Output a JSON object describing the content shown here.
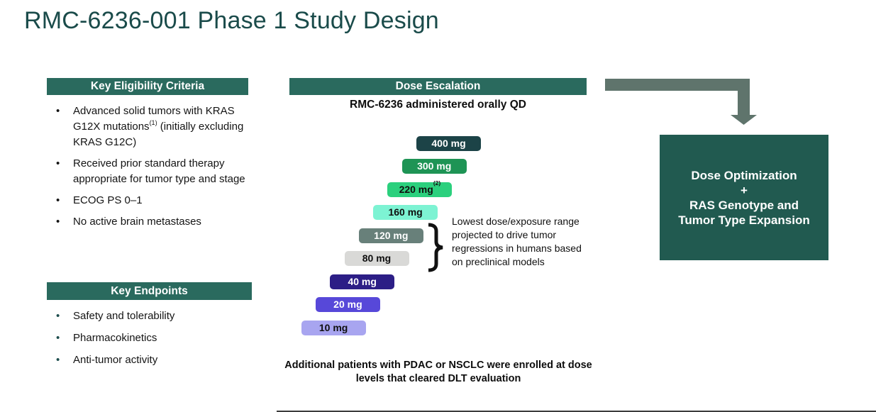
{
  "title": "RMC-6236-001 Phase 1 Study Design",
  "eligibility": {
    "header": "Key Eligibility Criteria",
    "items": [
      {
        "before": "Advanced solid tumors with KRAS G12X mutations",
        "sup": "(1)",
        "after": " (initially excluding KRAS G12C)"
      },
      {
        "text": "Received prior standard therapy appropriate for tumor type and stage"
      },
      {
        "text": "ECOG PS 0–1"
      },
      {
        "text": "No active brain metastases"
      }
    ]
  },
  "endpoints": {
    "header": "Key Endpoints",
    "items": [
      "Safety and tolerability",
      "Pharmacokinetics",
      "Anti-tumor activity"
    ]
  },
  "dose_escalation": {
    "header": "Dose Escalation",
    "subtitle": "RMC-6236 administered orally QD",
    "doses": [
      {
        "label": "400 mg",
        "bg": "#1c4347",
        "fg": "#ffffff"
      },
      {
        "label": "300 mg",
        "bg": "#1e9455",
        "fg": "#ffffff"
      },
      {
        "label": "220 mg",
        "superscript": "(2)",
        "bg": "#2bd07d",
        "fg": "#0f0f0f"
      },
      {
        "label": "160 mg",
        "bg": "#7df3d3",
        "fg": "#0f0f0f"
      },
      {
        "label": "120 mg",
        "bg": "#68807a",
        "fg": "#ffffff"
      },
      {
        "label": "80 mg",
        "bg": "#d9d9d7",
        "fg": "#0f0f0f"
      },
      {
        "label": "40 mg",
        "bg": "#2c1e86",
        "fg": "#ffffff"
      },
      {
        "label": "20 mg",
        "bg": "#5748d9",
        "fg": "#ffffff"
      },
      {
        "label": "10 mg",
        "bg": "#a8a5f0",
        "fg": "#0f0f0f"
      }
    ],
    "bracket_note": "Lowest dose/exposure range projected to drive tumor regressions in humans based on preclinical models",
    "footnote": "Additional patients with PDAC or NSCLC were enrolled at dose levels that cleared DLT evaluation"
  },
  "expansion_box": {
    "lines": [
      "Dose Optimization",
      "+",
      "RAS Genotype and",
      "Tumor Type Expansion"
    ]
  },
  "colors": {
    "title": "#1a4b4a",
    "header_bar": "#2a6a5e",
    "box": "#215a50",
    "arrow": "#5f746c",
    "text": "#141414",
    "bullet_endpoint": "#1d4d4d"
  }
}
